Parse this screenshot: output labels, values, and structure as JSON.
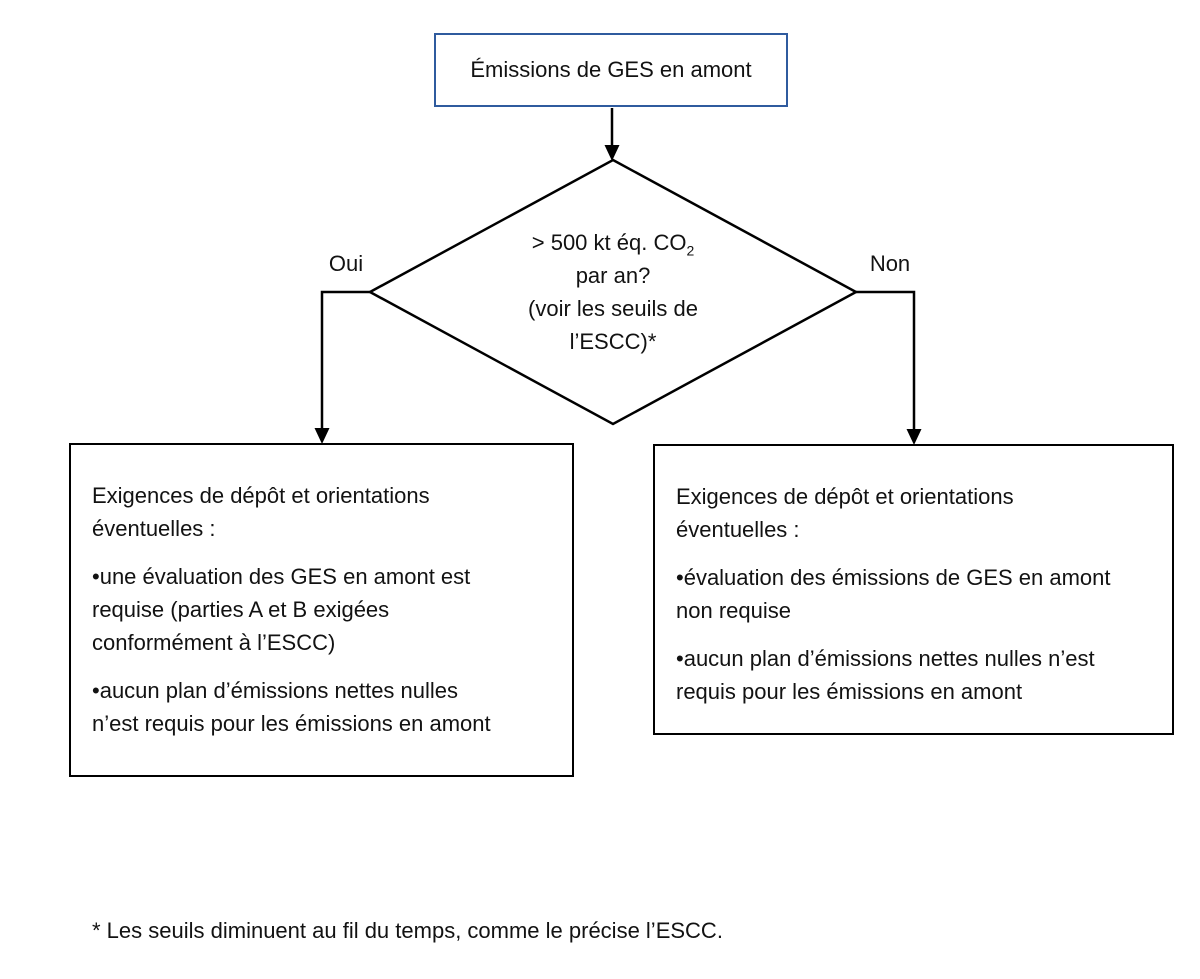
{
  "colors": {
    "background": "#ffffff",
    "line": "#000000",
    "text": "#121212",
    "start_box_border": "#2f5b9e"
  },
  "start_box": {
    "label": "Émissions de GES en amont"
  },
  "decision": {
    "line1_main": "> 500 kt éq. CO",
    "line1_sub": "2",
    "line2": "par an?",
    "line3": "(voir les seuils de",
    "line4": "l’ESCC)*"
  },
  "branches": {
    "yes_label": "Oui",
    "no_label": "Non"
  },
  "left_outcome": {
    "title_lines": [
      "Exigences de dépôt et orientations",
      "éventuelles :"
    ],
    "bullet1_lines": [
      "•une évaluation des GES en amont est",
      "requise (parties A et B exigées",
      "conformément à l’ESCC)"
    ],
    "bullet2_lines": [
      "•aucun plan d’émissions nettes nulles",
      "n’est requis pour les émissions en amont"
    ]
  },
  "right_outcome": {
    "title_lines": [
      "Exigences de dépôt et orientations",
      "éventuelles :"
    ],
    "bullet1_lines": [
      "•évaluation des émissions de GES en amont",
      "non requise"
    ],
    "bullet2_lines": [
      "•aucun plan d’émissions nettes nulles n’est",
      "requis pour les émissions en amont"
    ]
  },
  "footnote": "* Les seuils diminuent au fil du temps, comme le précise l’ESCC."
}
